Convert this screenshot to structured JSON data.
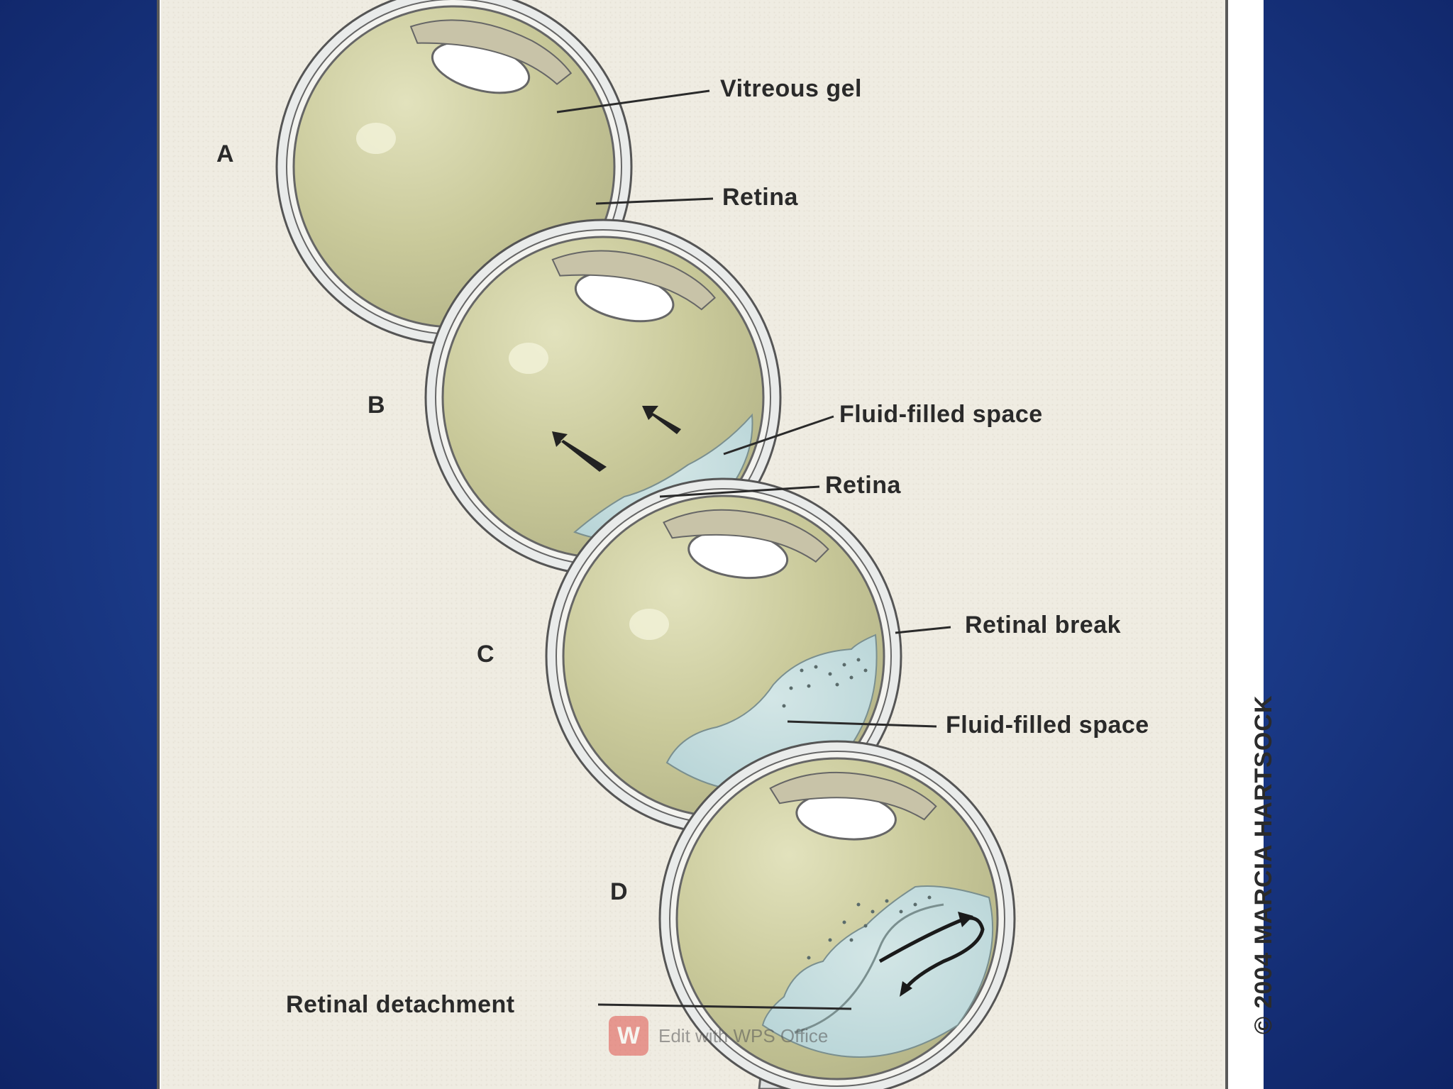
{
  "panels": [
    {
      "letter": "A"
    },
    {
      "letter": "B"
    },
    {
      "letter": "C"
    },
    {
      "letter": "D"
    }
  ],
  "callouts": {
    "vitreous_gel": "Vitreous gel",
    "retina_a": "Retina",
    "fluid_filled_space_b": "Fluid-filled space",
    "retina_b": "Retina",
    "retinal_break": "Retinal break",
    "fluid_filled_space_c": "Fluid-filled space",
    "retinal_detachment": "Retinal detachment"
  },
  "credit": "© 2004 MARCIA HARTSOCK",
  "watermark": {
    "logo": "W",
    "text": "Edit with WPS Office"
  },
  "colors": {
    "background": "#1d3f8f",
    "paper": "#efece2",
    "vitreous": "#c9c99a",
    "fluid": "#bcd8da",
    "outline": "#555555"
  }
}
